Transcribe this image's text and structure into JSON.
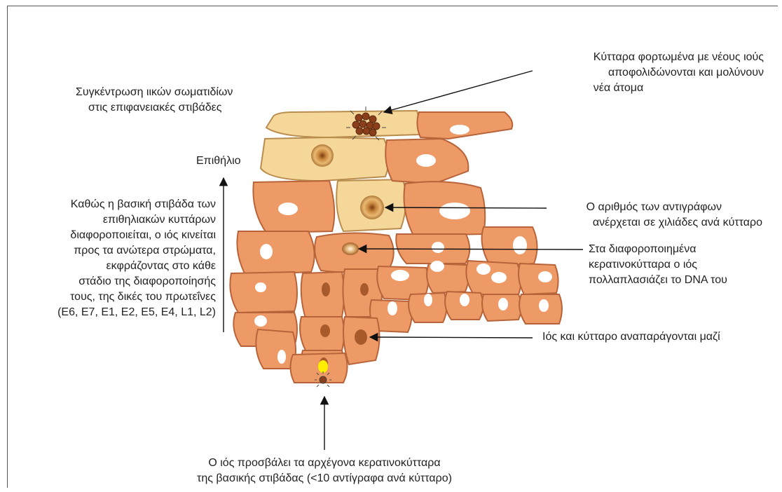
{
  "labels": {
    "top_right": [
      "Κύτταρα φορτωμένα με νέους ιούς",
      "αποφολιδώνονται και μολύνουν",
      "νέα άτομα"
    ],
    "top_left": [
      "Συγκέντρωση ιικών σωματιδίων",
      "στις επιφανειακές στιβάδες"
    ],
    "epithelium": "Επιθήλιο",
    "left_block": [
      "Καθώς η βασική στιβάδα των",
      "επιθηλιακών κυττάρων",
      "διαφοροποιείται, ο ιός κινείται",
      "προς τα ανώτερα στρώματα,",
      "εκφράζοντας στο κάθε",
      "στάδιο της διαφοροποίησής",
      "τους, της δικές του πρωτεΐνες",
      "(Ε6, Ε7, Ε1, Ε2, Ε5, Ε4, L1, L2)"
    ],
    "copies": [
      "Ο αριθμός των αντιγράφων",
      "ανέρχεται σε χιλιάδες ανά κύτταρο"
    ],
    "differentiated": [
      "Στα διαφοροποιημένα",
      "κερατινοκύτταρα ο ιός",
      "πολλαπλασιάζει το DNA του"
    ],
    "replicate": "Ιός και κύτταρο αναπαράγονται μαζί",
    "bottom": [
      "Ο ιός προσβάλει τα αρχέγονα κερατινοκύτταρα",
      "της βασικής στιβάδας (<10 αντίγραφα ανά κύτταρο)"
    ]
  },
  "colors": {
    "cell_orange": "#ee9a66",
    "cell_orange_edge": "#b8643a",
    "cell_pale": "#f6d79a",
    "cell_pale_edge": "#b98d4e",
    "nucleus_brown": "#a85a2a",
    "nucleus_white": "#ffffff",
    "virus": "#8a3f1a",
    "infection": "#ffee00"
  }
}
